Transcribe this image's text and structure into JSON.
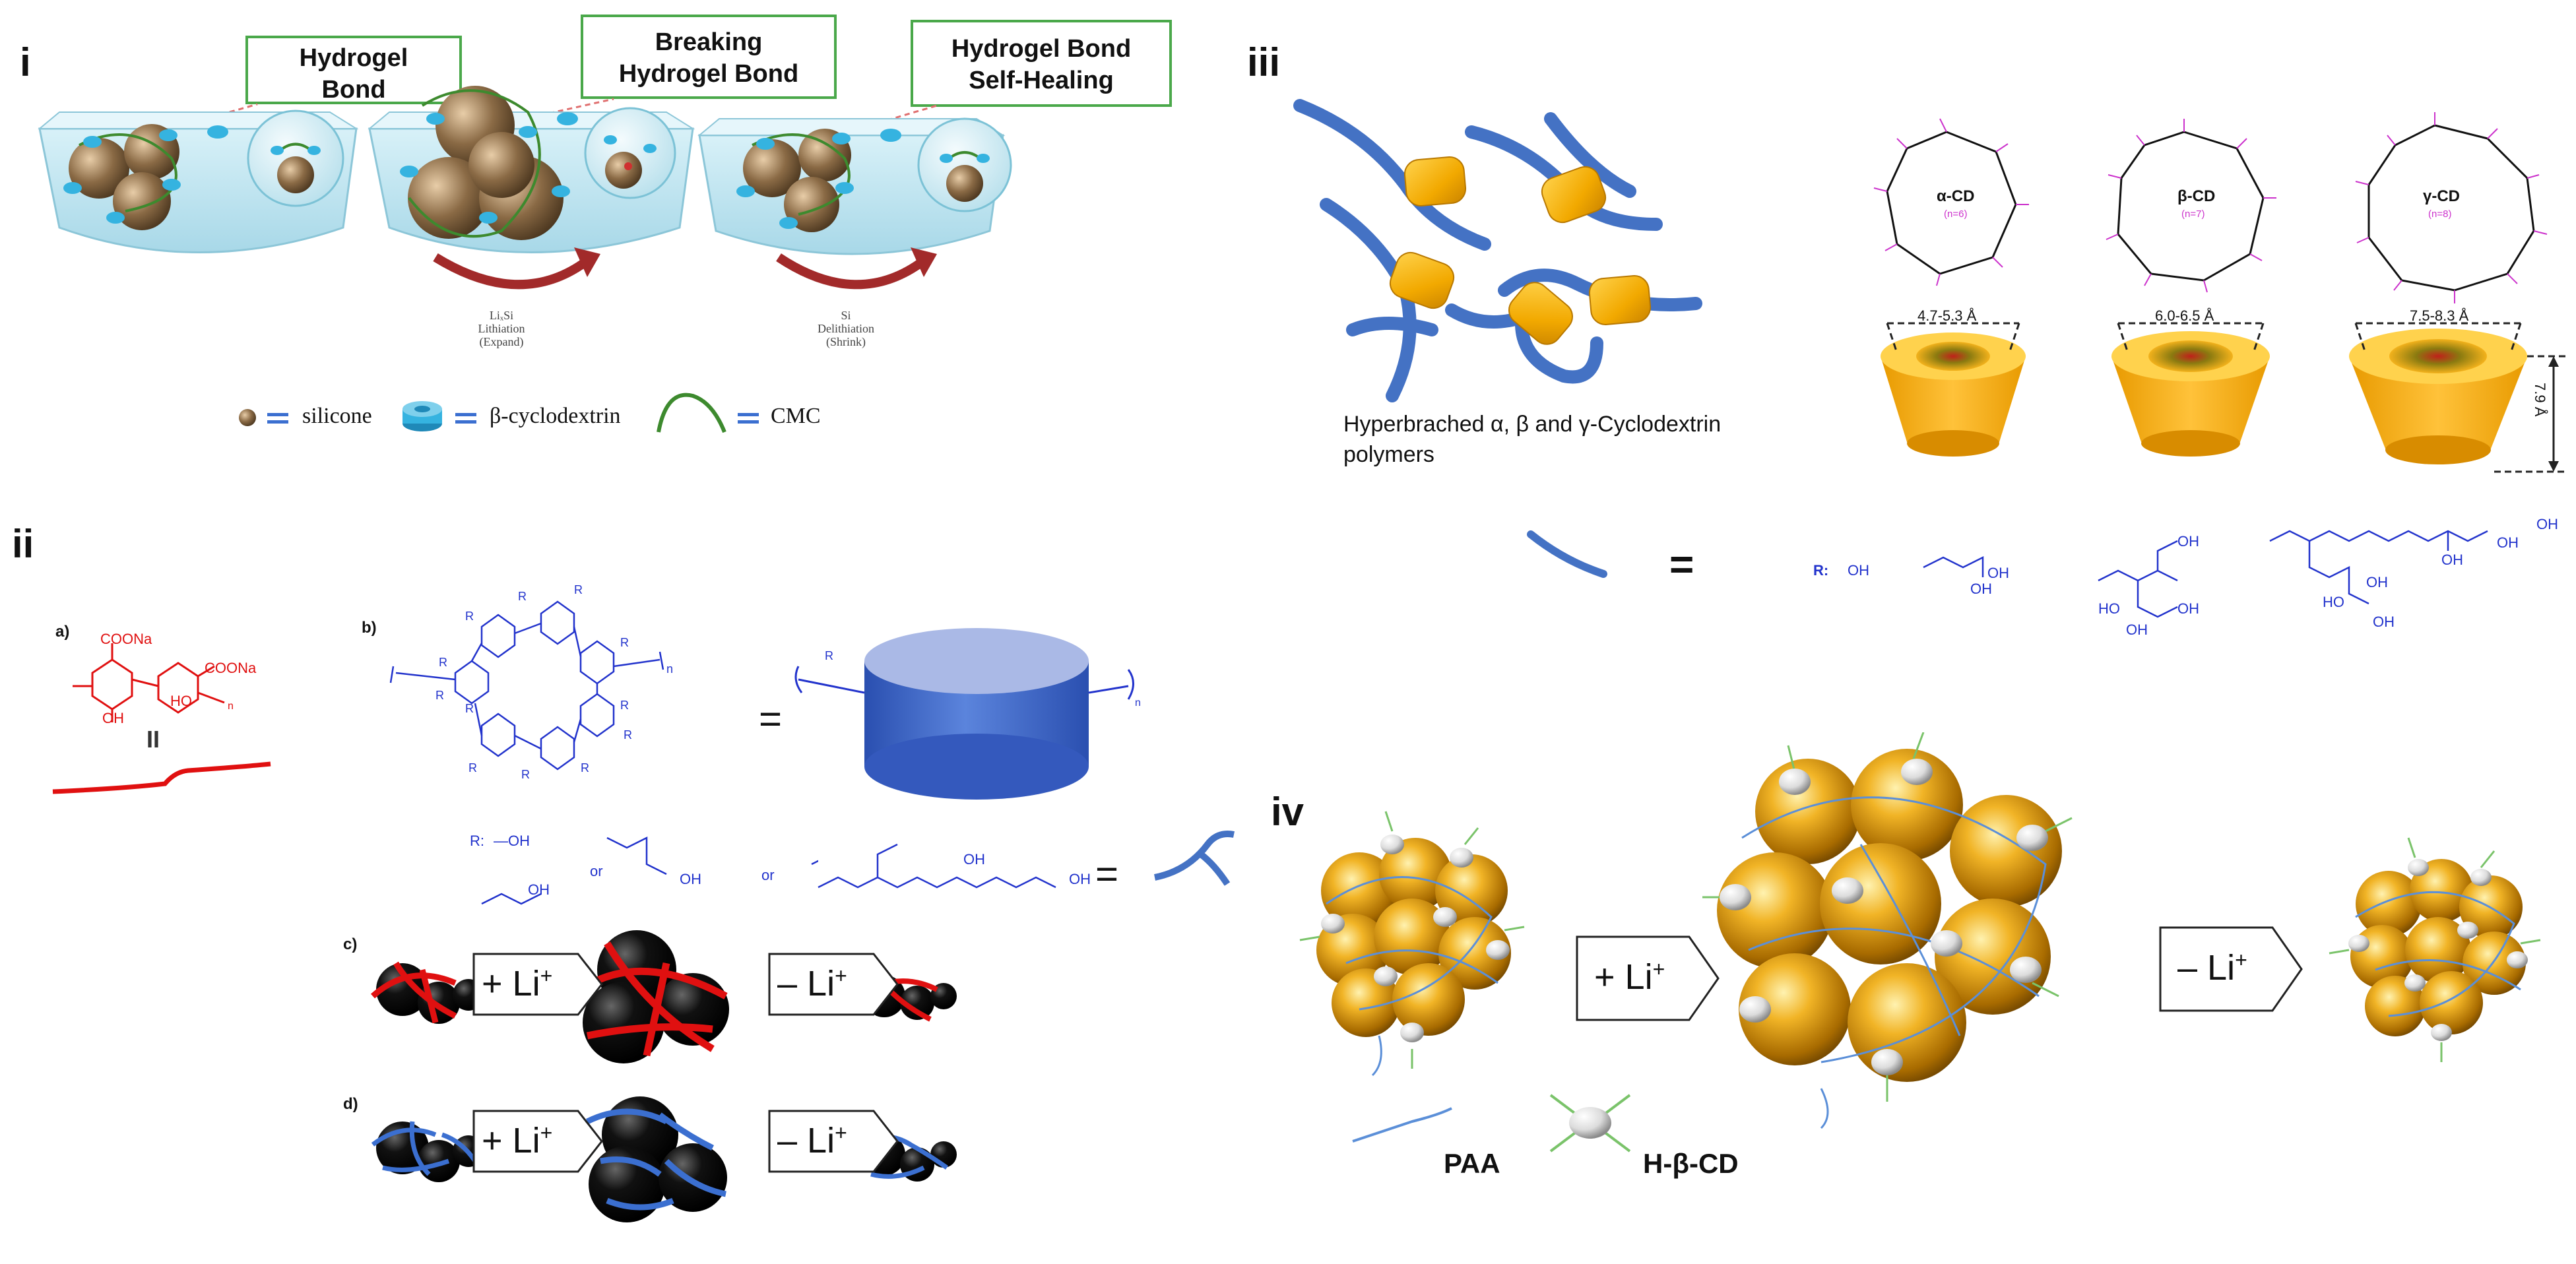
{
  "panels": {
    "i": {
      "label": "i",
      "callouts": [
        "Hydrogel Bond",
        "Breaking Hydrogel Bond",
        "Hydrogel Bond Self-Healing"
      ],
      "callout_lines": [
        [
          "Hydrogel",
          "Bond"
        ],
        [
          "Breaking",
          "Hydrogel Bond"
        ],
        [
          "Hydrogel Bond",
          "Self-Healing"
        ]
      ],
      "process_1": [
        "LiₓSi",
        "Lithiation",
        "(Expand)"
      ],
      "process_2": [
        "Si",
        "Delithiation",
        "(Shrink)"
      ],
      "legend": {
        "silicone": "silicone",
        "cyclodextrin": "β-cyclodextrin",
        "cmc": "CMC"
      },
      "colors": {
        "box": "#bfe6f2",
        "particle": "#8a6a45",
        "cd": "#35b3e0",
        "cmc": "#3d8a2e",
        "arrow": "#a22a2a",
        "callout_border": "#4aa84a"
      }
    },
    "ii": {
      "label": "ii",
      "sublabels": [
        "a)",
        "b)",
        "c)",
        "d)"
      ],
      "a_groups": [
        "COONa",
        "COONa",
        "OH",
        "HO",
        "n"
      ],
      "a_symbol": "II",
      "b_r_label": "R:",
      "b_groups": [
        "—OH",
        "or",
        "or",
        "OH",
        "OH",
        "OH",
        "OH",
        "="
      ],
      "equals": "=",
      "arrows": [
        "+ Li",
        "– Li",
        "+ Li",
        "– Li"
      ],
      "sup": "+",
      "colors": {
        "red": "#e01010",
        "blue": "#3b6fd0",
        "cylinder_top": "#aab9e6",
        "cylinder_side": "#3f66c9"
      }
    },
    "iii": {
      "label": "iii",
      "caption": [
        "Hyperbrached α, β and γ-Cyclodextrin",
        "polymers"
      ],
      "cd_names": [
        "α-CD",
        "β-CD",
        "γ-CD"
      ],
      "cd_n": [
        "(n=6)",
        "(n=7)",
        "(n=8)"
      ],
      "cd_sizes": [
        "4.7-5.3 Å",
        "6.0-6.5 Å",
        "7.5-8.3 Å"
      ],
      "height": "7.9 Å",
      "equals": "=",
      "r_groups": [
        "R:",
        "OH",
        "OH",
        "OH",
        "OH",
        "OH",
        "OH",
        "HO",
        "OH",
        "OH",
        "OH",
        "OH",
        "HO",
        "OH"
      ],
      "colors": {
        "gold": "#f5b31a",
        "gold_dark": "#d48c00",
        "chain": "#4472c4",
        "cd_ring": "#111111",
        "cd_mag": "#cc33cc"
      }
    },
    "iv": {
      "label": "iv",
      "arrows": [
        "+ Li",
        "– Li"
      ],
      "sup": "+",
      "legend": {
        "paa": "PAA",
        "hbcd": "H-β-CD"
      },
      "colors": {
        "sphere": "#e3a21a",
        "paa": "#5b8fd8",
        "hbcd_arm": "#7ac36a"
      }
    }
  }
}
